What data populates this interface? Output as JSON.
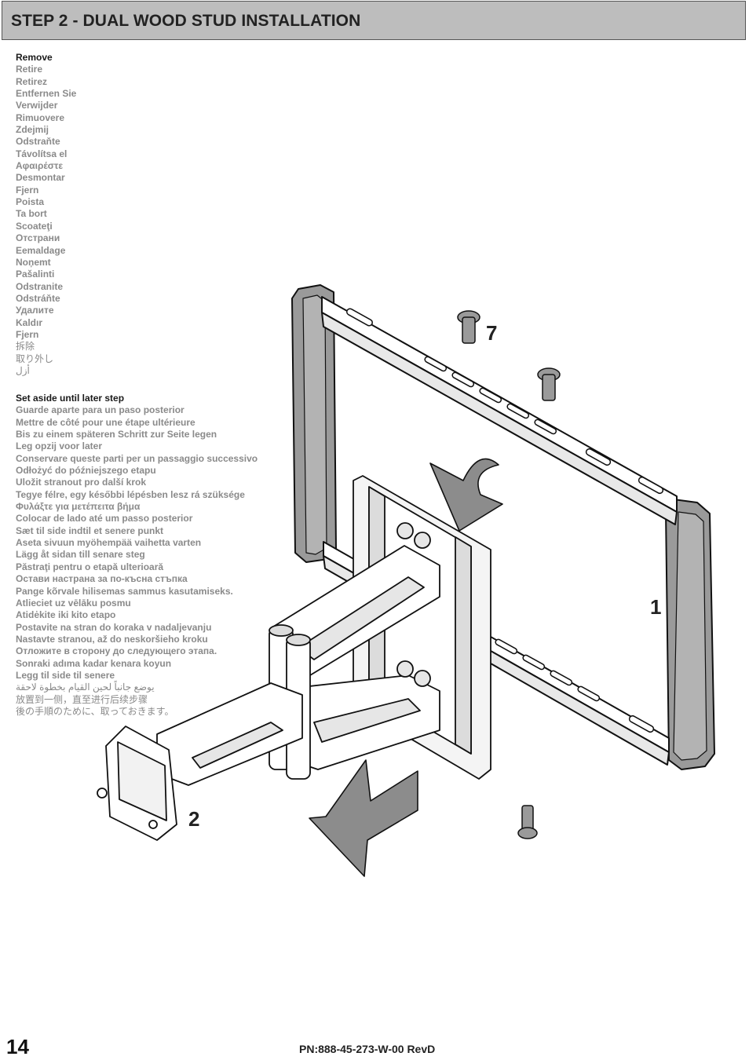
{
  "header": {
    "title": "STEP 2 - DUAL WOOD STUD INSTALLATION"
  },
  "remove": {
    "heading": "Remove",
    "translations": [
      "Retire",
      "Retirez",
      "Entfernen Sie",
      "Verwijder",
      "Rimuovere",
      "Zdejmij",
      "Odstraňte",
      "Távolítsa el",
      "Αφαιρέστε",
      "Desmontar",
      "Fjern",
      "Poista",
      "Ta bort",
      "Scoateţi",
      "Отстрани",
      "Eemaldage",
      "Noņemt",
      "Pašalinti",
      "Odstranite",
      "Odstráňte",
      "Удалите",
      "Kaldır",
      "Fjern",
      "拆除",
      "取り外し",
      "أزل"
    ]
  },
  "set_aside": {
    "heading": "Set aside until later step",
    "translations": [
      "Guarde aparte para un paso posterior",
      "Mettre de côté pour une étape ultérieure",
      "Bis zu einem späteren Schritt zur Seite legen",
      "Leg opzij voor later",
      "Conservare queste parti per un passaggio successivo",
      "Odłożyć do późniejszego etapu",
      "Uložit stranout pro další krok",
      "Tegye félre, egy későbbi lépésben lesz rá szüksége",
      "Φυλάξτε για μετέπειτα βήμα",
      "Colocar de lado até um passo posterior",
      "Sæt til side indtil et senere punkt",
      "Aseta sivuun myöhempää vaihetta varten",
      "Lägg åt sidan till senare steg",
      "Păstraţi pentru o etapă ulterioară",
      "Остави настрана за по-късна стъпка",
      "Pange kõrvale hilisemas sammus kasutamiseks.",
      "Atlieciet uz vēlāku posmu",
      "Atidėkite iki kito etapo",
      "Postavite na stran do koraka v nadaljevanju",
      "Nastavte stranou, až do neskoršieho kroku",
      "Отложите в сторону до следующего этапа.",
      "Sonraki adıma kadar kenara koyun",
      "Legg til side til senere",
      "يوضع جانباً لحين القيام بخطوة لاحقة",
      "放置到一侧，直至进行后续步骤",
      "後の手順のために、取っておきます。"
    ]
  },
  "callouts": {
    "c7": "7",
    "c1": "1",
    "c2": "2"
  },
  "footer": {
    "page_number": "14",
    "part_number": "PN:888-45-273-W-00 RevD"
  },
  "colors": {
    "header_bg": "#bdbdbd",
    "arrow_gray": "#8c8c8c",
    "frame_gray": "#9a9a9a"
  }
}
